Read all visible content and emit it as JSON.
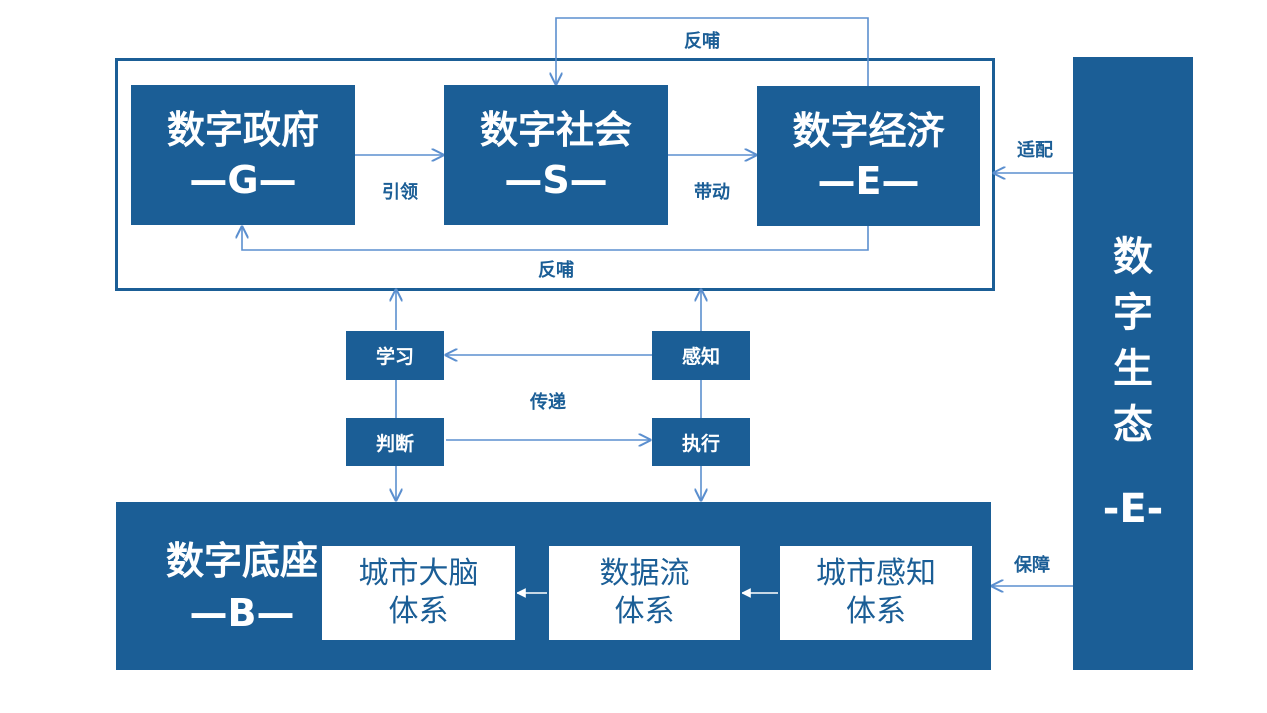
{
  "top_nodes": {
    "government": {
      "title": "数字政府",
      "code": "—G—"
    },
    "society": {
      "title": "数字社会",
      "code": "—S—"
    },
    "economy": {
      "title": "数字经济",
      "code": "—E—"
    }
  },
  "edge_labels": {
    "lead": "引领",
    "drive": "带动",
    "feedback_top": "反哺",
    "feedback_bottom": "反哺",
    "adapt": "适配",
    "guarantee": "保障",
    "transmit": "传递"
  },
  "middle_nodes": {
    "learn": "学习",
    "judge": "判断",
    "perceive": "感知",
    "execute": "执行"
  },
  "base": {
    "title": "数字底座",
    "code": "—B—",
    "systems": {
      "brain": {
        "line1": "城市大脑",
        "line2": "体系"
      },
      "dataflow": {
        "line1": "数据流",
        "line2": "体系"
      },
      "perception": {
        "line1": "城市感知",
        "line2": "体系"
      }
    }
  },
  "ecology": {
    "chars": [
      "数",
      "字",
      "生",
      "态"
    ],
    "code": "-E-"
  },
  "colors": {
    "primary": "#1b5e96",
    "line": "#5b8fcf"
  }
}
